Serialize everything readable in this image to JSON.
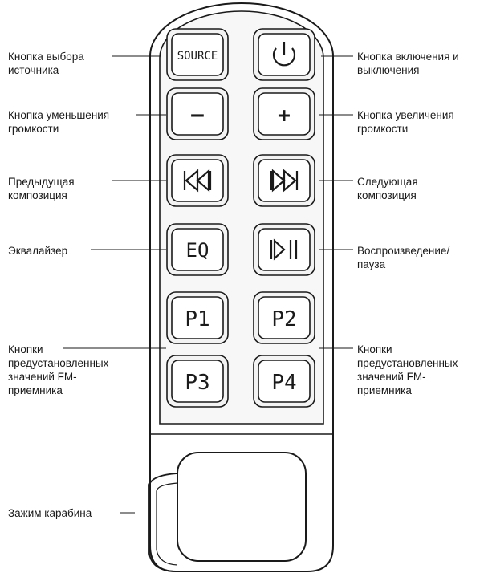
{
  "labels": {
    "source": "Кнопка выбора\nисточника",
    "power": "Кнопка включения и\nвыключения",
    "vol_down": "Кнопка уменьшения\nгромкости",
    "vol_up": "Кнопка увеличения\nгромкости",
    "prev": "Предыдущая\nкомпозиция",
    "next": "Следующая\nкомпозиция",
    "eq": "Эквалайзер",
    "play_pause": "Воспроизведение/\nпауза",
    "presets_left": "Кнопки\nпредустановленных\nзначений FM-\nприемника",
    "presets_right": "Кнопки\nпредустановленных\nзначений FM-\nприемника",
    "clip": "Зажим карабина"
  },
  "buttons": {
    "source": "SOURCE",
    "vol_down": "–",
    "vol_up": "+",
    "eq": "EQ",
    "p1": "P1",
    "p2": "P2",
    "p3": "P3",
    "p4": "P4"
  },
  "icons": {
    "power": "power-icon",
    "prev": "previous-track-icon",
    "next": "next-track-icon",
    "play_pause": "play-pause-icon"
  }
}
